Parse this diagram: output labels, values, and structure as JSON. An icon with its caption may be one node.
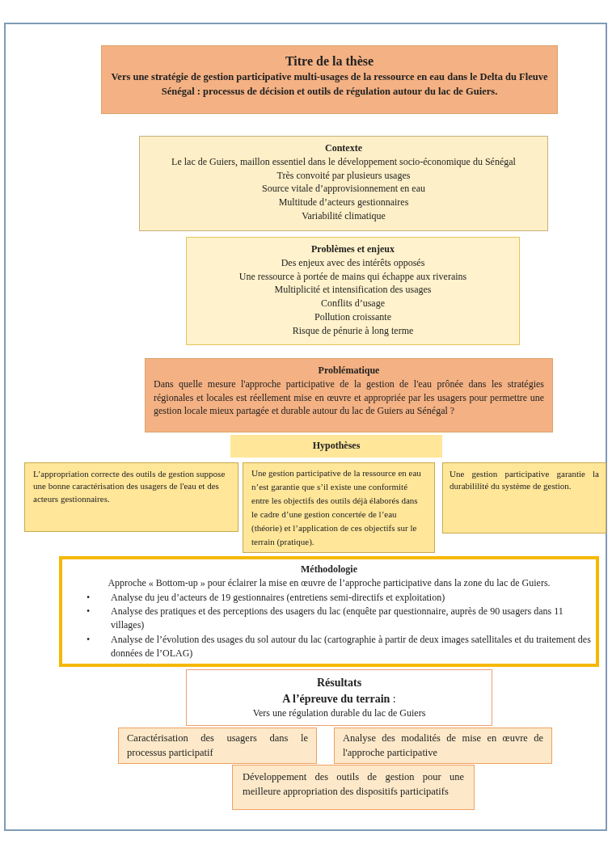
{
  "diagram": {
    "nodes": [
      {
        "text": [
          "Titre de la thèse",
          "Vers une stratégie de gestion participative multi-usages de la ressource en eau dans le Delta du Fleuve Sénégal : processus de décision et outils de régulation autour du lac de Guiers."
        ]
      },
      {
        "text": [
          "Contexte",
          "Le lac de Guiers, maillon essentiel dans le développement socio-économique du Sénégal",
          "Très convoité par plusieurs usages",
          "Source vitale d’approvisionnement en eau",
          "Multitude d’acteurs gestionnaires",
          "Variabilité climatique"
        ]
      },
      {
        "text": [
          "Problèmes et enjeux",
          "Des enjeux avec des intérêts opposés",
          "Une ressource à portée de mains qui échappe aux riverains",
          "Multiplicité et intensification des usages",
          "Conflits d’usage",
          "Pollution croissante",
          "Risque de pénurie à long terme"
        ]
      },
      {
        "text": [
          "Problématique",
          "Dans quelle mesure l'approche participative de la gestion de l'eau prônée dans les stratégies régionales et locales est réellement mise en œuvre et appropriée par les usagers pour permettre une gestion locale mieux partagée et durable autour du lac de Guiers au Sénégal ?"
        ]
      },
      {
        "text": [
          "Hypothèses"
        ]
      },
      {
        "text": [
          "L’appropriation correcte des outils de gestion suppose une bonne caractérisation des usagers de l'eau et des acteurs gestionnaires."
        ]
      },
      {
        "text": [
          "Une gestion participative de la ressource en eau n’est garantie que s’il existe une conformité entre les objectifs des outils déjà élaborés dans le cadre d’une gestion concertée de l’eau (théorie) et l’application de ces objectifs sur le terrain (pratique)."
        ]
      },
      {
        "text": [
          "Une gestion participative garantie la durabililité du système de gestion."
        ]
      },
      {
        "text": [
          "Méthodologie",
          "Approche « Bottom-up » pour éclairer la mise en œuvre de l’approche participative dans la zone du lac de Guiers.",
          "Analyse du jeu d’acteurs de 19 gestionnaires (entretiens semi-directifs et exploitation)",
          "Analyse des pratiques et des perceptions des usagers du lac (enquête par questionnaire, auprès de 90 usagers dans 11 villages)",
          "Analyse de l’évolution des usages du sol autour du lac (cartographie à partir de deux images satellitales et du traitement des données de l’OLAG)"
        ]
      },
      {
        "text": [
          "Résultats",
          "**A l’épreuve du terrain** :",
          "Vers une régulation durable du lac de Guiers"
        ]
      },
      {
        "text": [
          "Caractérisation des usagers dans le processus participatif"
        ]
      },
      {
        "text": [
          "Analyse des modalités de mise en œuvre de l'approche participative"
        ]
      },
      {
        "text": [
          "Développement des outils de gestion pour une meilleure appropriation des dispositifs participatifs"
        ]
      }
    ],
    "edges": [],
    "labels": [
      "•",
      "•",
      "•"
    ]
  }
}
